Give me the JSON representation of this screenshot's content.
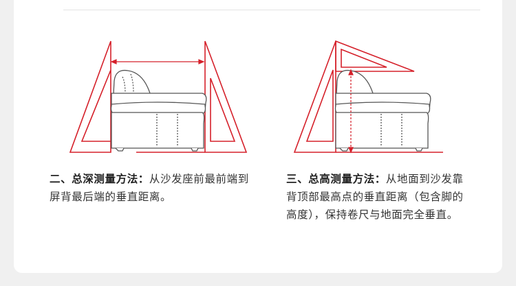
{
  "captions": {
    "depth": {
      "title": "二、总深测量方法：",
      "body": "从沙发座前最前端到屏背最后端的垂直距离。"
    },
    "height": {
      "title": "三、总高测量方法：",
      "body": "从地面到沙发靠背顶部最高点的垂直距离（包含脚的高度），保持卷尺与地面完全垂直。"
    }
  },
  "colors": {
    "accent": "#d5202a",
    "outline": "#555555",
    "background": "#f0f0f0",
    "card": "#ffffff",
    "text": "#333333"
  }
}
